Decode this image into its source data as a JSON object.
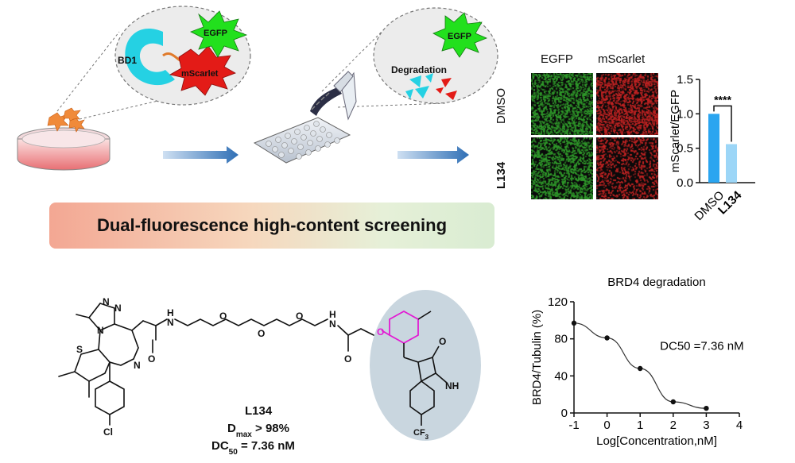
{
  "labels": {
    "bd1": "BD1",
    "egfp_top": "EGFP",
    "mscarlet_top": "mScarlet",
    "degradation": "Degradation",
    "egfp_right": "EGFP"
  },
  "banner": {
    "text": "Dual-fluorescence high-content screening"
  },
  "micrograph": {
    "col_headers": [
      "EGFP",
      "mScarlet"
    ],
    "row_labels": [
      "DMSO",
      "L134"
    ],
    "colors": {
      "egfp": "#2f9a2a",
      "mscarlet": "#c22222"
    }
  },
  "compound": {
    "name": "L134",
    "dmax_label": "D",
    "dmax_sub": "max",
    "dmax_value": " > 98%",
    "dc50_label": "DC",
    "dc50_sub": "50",
    "dc50_value": " = 7.36 nM",
    "atoms": {
      "n": "N",
      "o": "O",
      "s": "S",
      "h": "H",
      "cl": "Cl",
      "nh": "NH",
      "cf3": "CF",
      "cf3_sub": "3"
    }
  },
  "chart_data": [
    {
      "type": "bar",
      "categories": [
        "DMSO",
        "L134"
      ],
      "values": [
        1.0,
        0.56
      ],
      "ylabel": "mScarlet/EGFP",
      "ylim": [
        0,
        1.5
      ],
      "yticks": [
        "0.0",
        "0.5",
        "1.0",
        "1.5"
      ],
      "annotation": "****",
      "colors": [
        "#2aa5f0",
        "#9cd6f7"
      ]
    },
    {
      "type": "line",
      "title": "BRD4 degradation",
      "xlabel": "Log[Concentration,nM]",
      "ylabel": "BRD4/Tubulin (%)",
      "x": [
        -1,
        0,
        1,
        2,
        3
      ],
      "y": [
        97,
        81,
        48,
        12,
        5
      ],
      "xlim": [
        -1,
        4
      ],
      "ylim": [
        0,
        120
      ],
      "xticks": [
        "-1",
        "0",
        "1",
        "2",
        "3",
        "4"
      ],
      "yticks": [
        "0",
        "40",
        "80",
        "120"
      ],
      "annotation": "DC50 =7.36 nM"
    }
  ]
}
